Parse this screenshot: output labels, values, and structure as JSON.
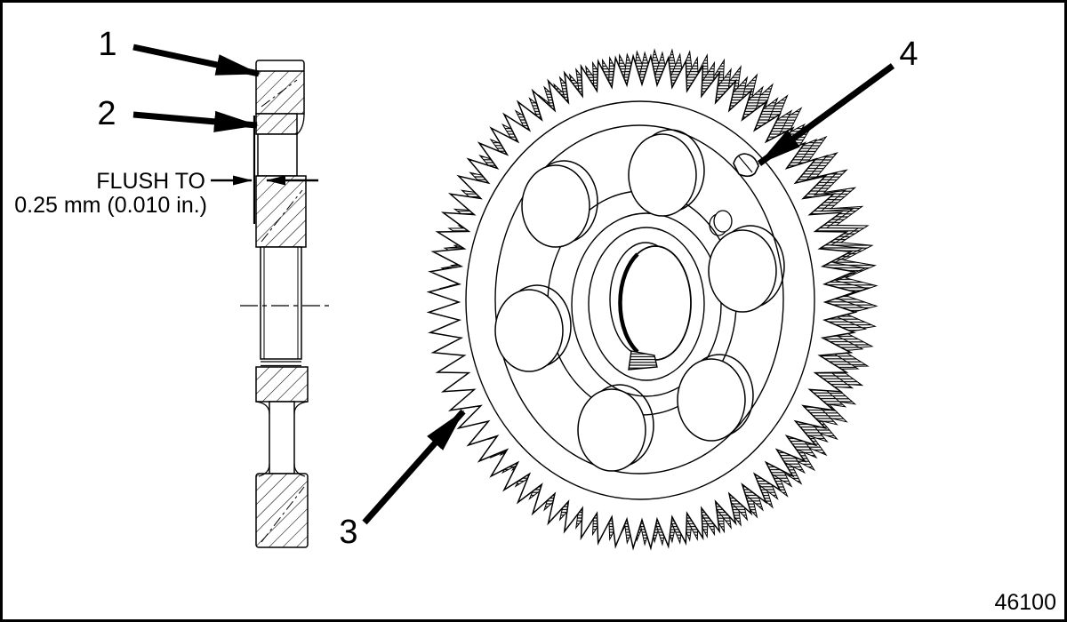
{
  "figure": {
    "callouts": [
      "1",
      "2",
      "3",
      "4"
    ],
    "flush_note": {
      "line1": "FLUSH TO",
      "line2": "0.25 mm (0.010 in.)"
    },
    "figure_number": "46100"
  },
  "colors": {
    "line": "#000000",
    "background": "#ffffff"
  }
}
